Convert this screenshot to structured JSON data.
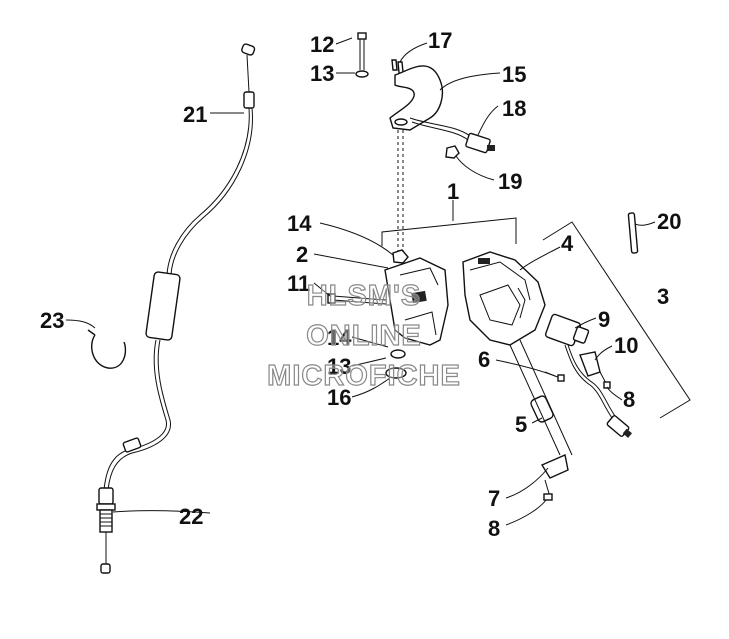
{
  "callouts": [
    "1",
    "2",
    "3",
    "4",
    "5",
    "6",
    "7",
    "8",
    "8",
    "9",
    "10",
    "11",
    "12",
    "13",
    "13",
    "14",
    "14",
    "15",
    "16",
    "17",
    "18",
    "19",
    "20",
    "21",
    "22",
    "23"
  ],
  "watermark": {
    "line1": "HLSM'S",
    "line2": "ONLINE",
    "line3": "MICROFICHE"
  }
}
